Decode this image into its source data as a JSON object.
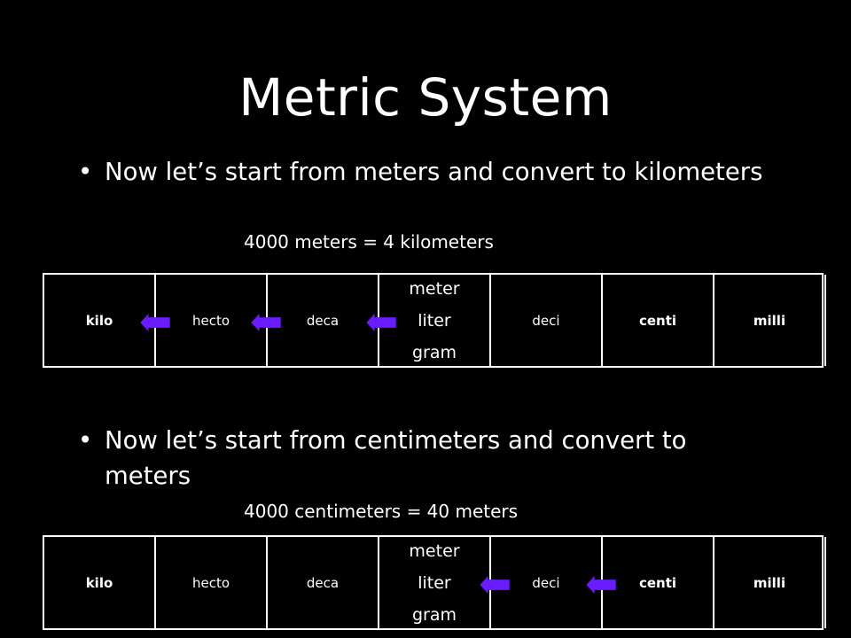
{
  "title": "Metric System",
  "bullets": [
    {
      "symbol": "•",
      "text": "Now let’s start from meters and convert to kilometers"
    },
    {
      "symbol": "•",
      "text": "Now let’s start from centimeters and convert to",
      "text_line2": "meters"
    }
  ],
  "examples": [
    "4000 meters = 4 kilometers",
    "4000 centimeters = 40 meters"
  ],
  "prefix_table": {
    "cells": [
      "kilo",
      "hecto",
      "deca",
      "meter",
      "deci",
      "centi",
      "milli"
    ],
    "base_units": [
      "meter",
      "liter",
      "gram"
    ]
  },
  "arrow_color": "#6a1bff",
  "arrow_icon": "left-arrow-icon"
}
